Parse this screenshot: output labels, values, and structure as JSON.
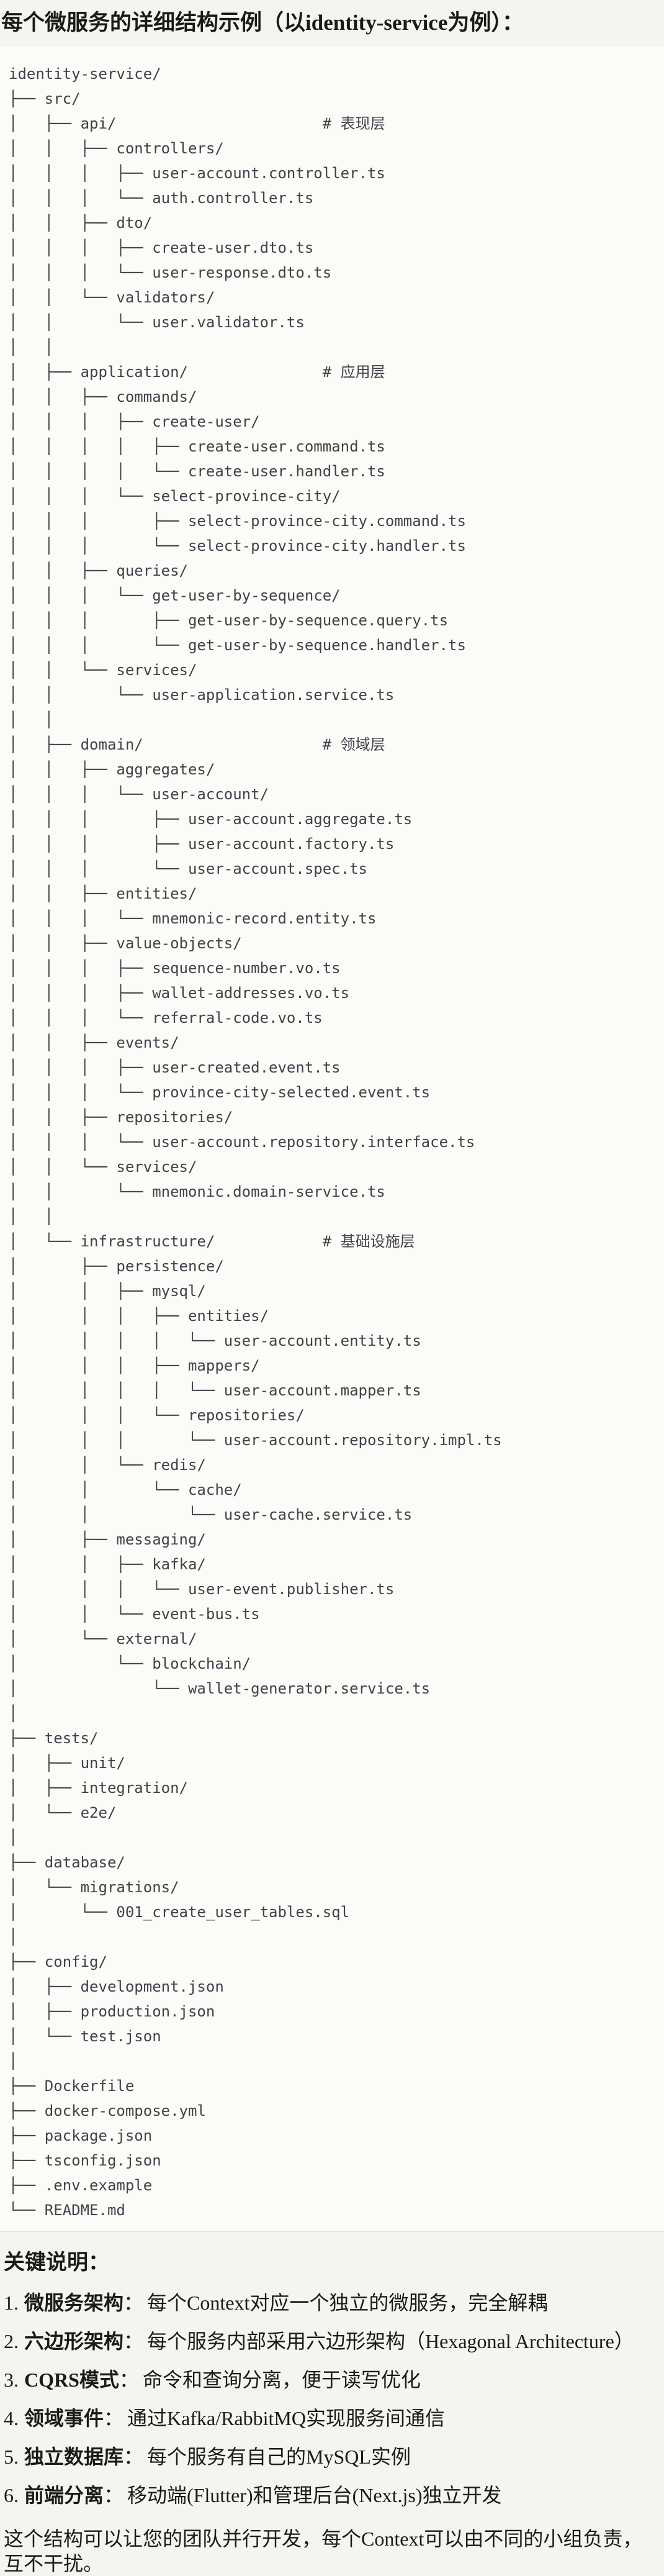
{
  "colors": {
    "page_bg": "#f6f4ef",
    "code_bg": "#fcfbf8",
    "code_border": "#dfddd7",
    "code_text": "#3e4349",
    "text": "#1a1a1a"
  },
  "title": "每个微服务的详细结构示例（以identity-service为例）：",
  "tree_lines": [
    "identity-service/",
    "├── src/",
    "│   ├── api/                       # 表现层",
    "│   │   ├── controllers/",
    "│   │   │   ├── user-account.controller.ts",
    "│   │   │   └── auth.controller.ts",
    "│   │   ├── dto/",
    "│   │   │   ├── create-user.dto.ts",
    "│   │   │   └── user-response.dto.ts",
    "│   │   └── validators/",
    "│   │       └── user.validator.ts",
    "│   │",
    "│   ├── application/               # 应用层",
    "│   │   ├── commands/",
    "│   │   │   ├── create-user/",
    "│   │   │   │   ├── create-user.command.ts",
    "│   │   │   │   └── create-user.handler.ts",
    "│   │   │   └── select-province-city/",
    "│   │   │       ├── select-province-city.command.ts",
    "│   │   │       └── select-province-city.handler.ts",
    "│   │   ├── queries/",
    "│   │   │   └── get-user-by-sequence/",
    "│   │   │       ├── get-user-by-sequence.query.ts",
    "│   │   │       └── get-user-by-sequence.handler.ts",
    "│   │   └── services/",
    "│   │       └── user-application.service.ts",
    "│   │",
    "│   ├── domain/                    # 领域层",
    "│   │   ├── aggregates/",
    "│   │   │   └── user-account/",
    "│   │   │       ├── user-account.aggregate.ts",
    "│   │   │       ├── user-account.factory.ts",
    "│   │   │       └── user-account.spec.ts",
    "│   │   ├── entities/",
    "│   │   │   └── mnemonic-record.entity.ts",
    "│   │   ├── value-objects/",
    "│   │   │   ├── sequence-number.vo.ts",
    "│   │   │   ├── wallet-addresses.vo.ts",
    "│   │   │   └── referral-code.vo.ts",
    "│   │   ├── events/",
    "│   │   │   ├── user-created.event.ts",
    "│   │   │   └── province-city-selected.event.ts",
    "│   │   ├── repositories/",
    "│   │   │   └── user-account.repository.interface.ts",
    "│   │   └── services/",
    "│   │       └── mnemonic.domain-service.ts",
    "│   │",
    "│   └── infrastructure/            # 基础设施层",
    "│       ├── persistence/",
    "│       │   ├── mysql/",
    "│       │   │   ├── entities/",
    "│       │   │   │   └── user-account.entity.ts",
    "│       │   │   ├── mappers/",
    "│       │   │   │   └── user-account.mapper.ts",
    "│       │   │   └── repositories/",
    "│       │   │       └── user-account.repository.impl.ts",
    "│       │   └── redis/",
    "│       │       └── cache/",
    "│       │           └── user-cache.service.ts",
    "│       ├── messaging/",
    "│       │   ├── kafka/",
    "│       │   │   └── user-event.publisher.ts",
    "│       │   └── event-bus.ts",
    "│       └── external/",
    "│           └── blockchain/",
    "│               └── wallet-generator.service.ts",
    "│",
    "├── tests/",
    "│   ├── unit/",
    "│   ├── integration/",
    "│   └── e2e/",
    "│",
    "├── database/",
    "│   └── migrations/",
    "│       └── 001_create_user_tables.sql",
    "│",
    "├── config/",
    "│   ├── development.json",
    "│   ├── production.json",
    "│   └── test.json",
    "│",
    "├── Dockerfile",
    "├── docker-compose.yml",
    "├── package.json",
    "├── tsconfig.json",
    "├── .env.example",
    "└── README.md"
  ],
  "notes": {
    "heading": "关键说明：",
    "items": [
      {
        "num": "1.",
        "label": "微服务架构",
        "colon": "：",
        "text": "每个Context对应一个独立的微服务，完全解耦"
      },
      {
        "num": "2.",
        "label": "六边形架构",
        "colon": "：",
        "text": "每个服务内部采用六边形架构（Hexagonal Architecture）"
      },
      {
        "num": "3.",
        "label": "CQRS模式",
        "colon": "：",
        "text": "命令和查询分离，便于读写优化"
      },
      {
        "num": "4.",
        "label": "领域事件",
        "colon": "：",
        "text": "通过Kafka/RabbitMQ实现服务间通信"
      },
      {
        "num": "5.",
        "label": "独立数据库",
        "colon": "：",
        "text": "每个服务有自己的MySQL实例"
      },
      {
        "num": "6.",
        "label": "前端分离",
        "colon": "：",
        "text": "移动端(Flutter)和管理后台(Next.js)独立开发"
      }
    ],
    "footer": "这个结构可以让您的团队并行开发，每个Context可以由不同的小组负责，互不干扰。"
  }
}
